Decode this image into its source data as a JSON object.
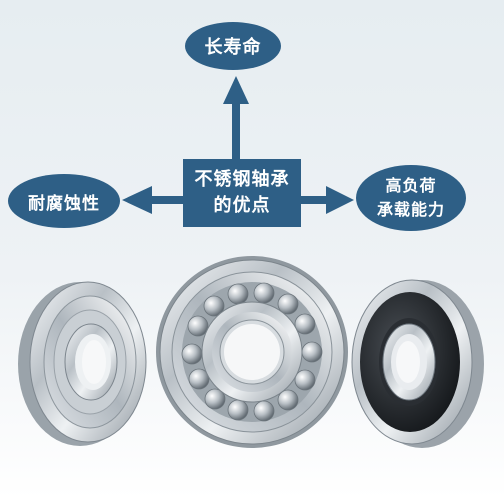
{
  "diagram": {
    "center": {
      "line1": "不锈钢轴承",
      "line2": "的优点"
    },
    "top": {
      "label": "长寿命"
    },
    "left": {
      "label": "耐腐蚀性"
    },
    "right": {
      "line1": "高负荷",
      "line2": "承载能力"
    }
  },
  "colors": {
    "node_fill": "#2e5f86",
    "arrow": "#2e5f86",
    "text": "#ffffff"
  }
}
